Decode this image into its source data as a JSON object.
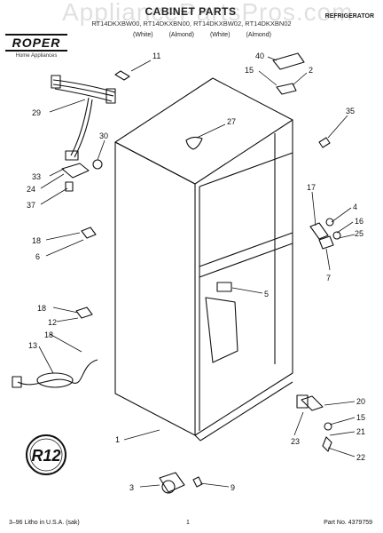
{
  "header": {
    "watermark": "AppliancePartsPros.com",
    "title": "CABINET PARTS",
    "category": "REFRIGERATOR",
    "models": "RT14DKXBW00, RT14DKXBN00, RT14DKXBW02, RT14DKXBN02",
    "colors": [
      "(White)",
      "(Almond)",
      "(White)",
      "(Almond)"
    ]
  },
  "brand": {
    "name": "ROPER",
    "subtitle": "Home Appliances"
  },
  "callouts": [
    "11",
    "40",
    "15",
    "2",
    "29",
    "27",
    "35",
    "30",
    "33",
    "24",
    "37",
    "17",
    "4",
    "16",
    "25",
    "18",
    "6",
    "7",
    "5",
    "18",
    "12",
    "13",
    "18",
    "1",
    "20",
    "15",
    "21",
    "23",
    "22",
    "3",
    "9"
  ],
  "badge": "R12",
  "footer": {
    "left": "3–96 Litho in U.S.A. (sak)",
    "center": "1",
    "right": "Part No. 4379759"
  }
}
